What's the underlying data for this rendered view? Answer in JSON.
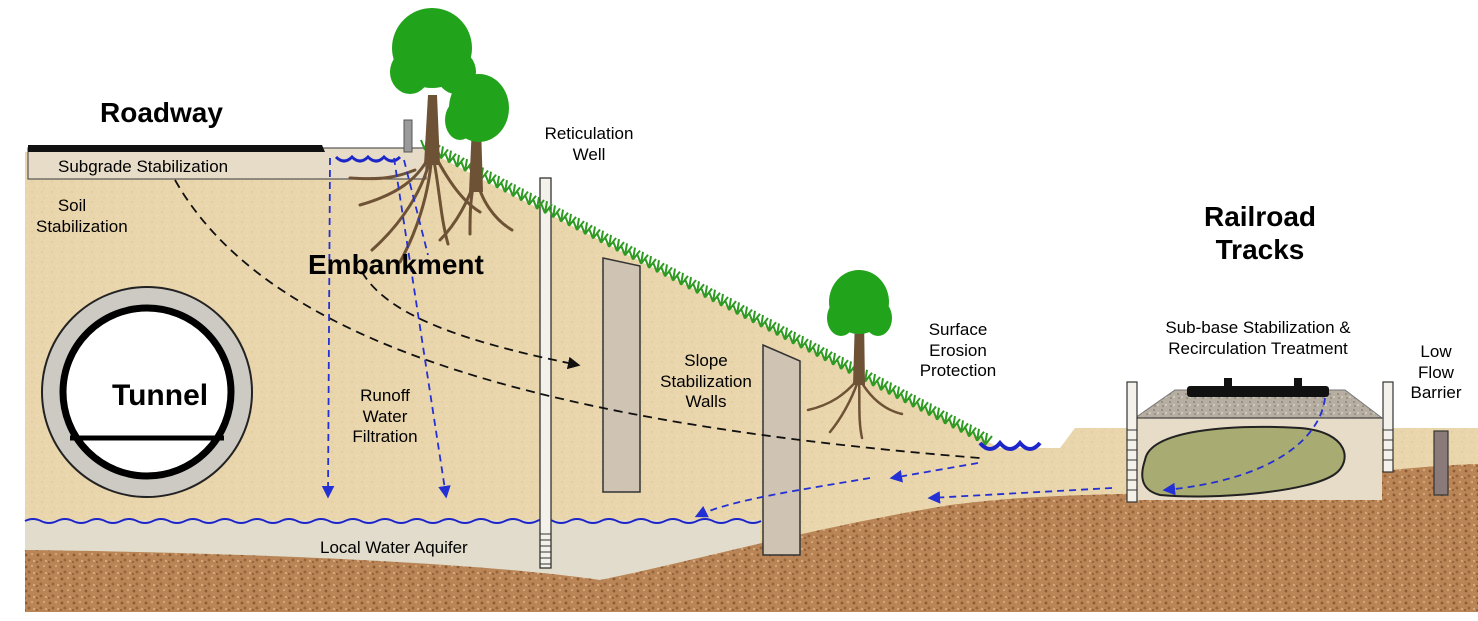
{
  "labels": {
    "roadway": "Roadway",
    "subgrade": "Subgrade Stabilization",
    "soil_line1": "Soil",
    "soil_line2": "Stabilization",
    "tunnel": "Tunnel",
    "embankment": "Embankment",
    "runoff_line1": "Runoff",
    "runoff_line2": "Water",
    "runoff_line3": "Filtration",
    "aquifer": "Local Water Aquifer",
    "well_line1": "Reticulation",
    "well_line2": "Well",
    "slope_line1": "Slope",
    "slope_line2": "Stabilization",
    "slope_line3": "Walls",
    "erosion_line1": "Surface",
    "erosion_line2": "Erosion",
    "erosion_line3": "Protection",
    "railroad_line1": "Railroad",
    "railroad_line2": "Tracks",
    "subbase_line1": "Sub-base Stabilization &",
    "subbase_line2": "Recirculation Treatment",
    "barrier_line1": "Low",
    "barrier_line2": "Flow",
    "barrier_line3": "Barrier"
  },
  "colors": {
    "soil": "#ead6ad",
    "gravel": "#b98556",
    "aquifer": "#e1dccb",
    "pavement": "#111111",
    "water": "#1d26c8",
    "flow_arrow": "#2330d4",
    "tree_canopy": "#22a31c",
    "grass": "#2f9a22",
    "wall": "#cfc3b3",
    "treatment_zone": "#a8ab72"
  }
}
